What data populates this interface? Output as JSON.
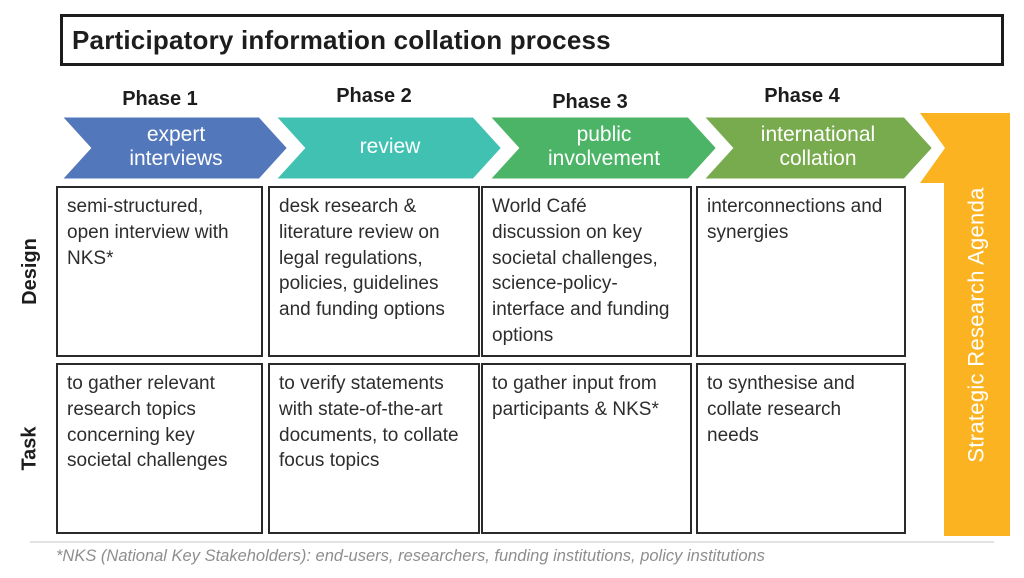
{
  "title": "Participatory information collation process",
  "agenda_bar": {
    "label": "Strategic Research Agenda",
    "color": "#FBB322"
  },
  "row_labels": {
    "design": "Design",
    "task": "Task"
  },
  "phases": [
    {
      "label": "Phase 1",
      "arrow": "expert interviews",
      "color": "#5277BB",
      "design": "semi-structured, open interview with NKS*",
      "task": "to gather relevant research topics concerning key societal challenges"
    },
    {
      "label": "Phase 2",
      "arrow": "review",
      "color": "#41C1B2",
      "design": "desk research & literature review on legal regulations, policies, guidelines and funding options",
      "task": "to verify statements with state-of-the-art documents, to collate focus topics"
    },
    {
      "label": "Phase 3",
      "arrow": "public involvement",
      "color": "#4CB466",
      "design": "World Café discussion on key societal challenges, science-policy-interface and funding options",
      "task": "to gather input from participants & NKS*"
    },
    {
      "label": "Phase 4",
      "arrow": "international collation",
      "color": "#78AA4E",
      "design": "interconnections and synergies",
      "task": "to synthesise and collate research needs"
    }
  ],
  "footnote": "*NKS (National Key Stakeholders): end-users, researchers, funding institutions, policy institutions"
}
